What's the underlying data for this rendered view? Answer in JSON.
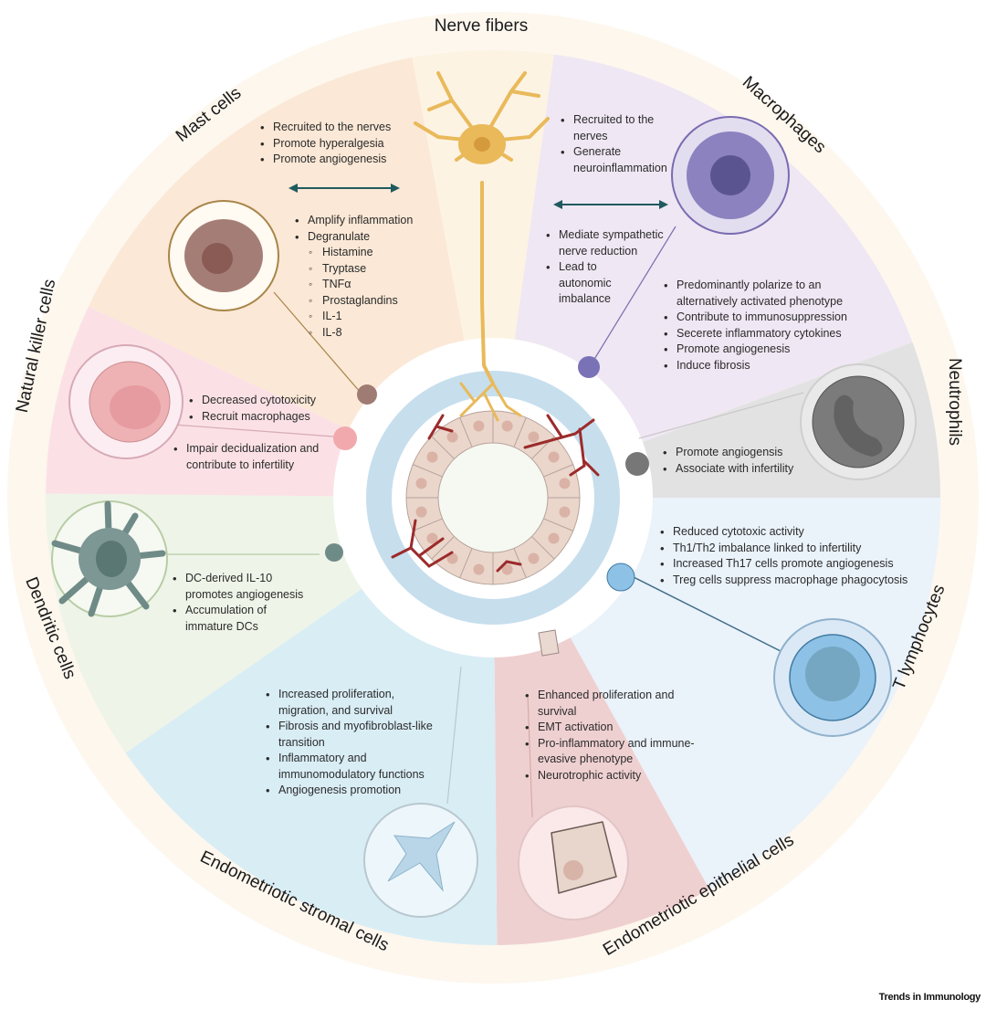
{
  "figure": {
    "credit": "Trends in Immunology",
    "colors": {
      "outer_ring": "#fdf7ee",
      "nerve": "#fdf3e3",
      "mast": "#fbe8d6",
      "nk": "#fbe1e6",
      "dendritic": "#eef4e8",
      "stromal": "#d9edf5",
      "epithelial": "#efd0d1",
      "tcell": "#eaf2fa",
      "neutrophil": "#e2e2e2",
      "macrophage": "#efe7f3",
      "center": "#ffffff",
      "neuron": "#e9b95a",
      "vessel": "#9c2b2b"
    }
  },
  "sectors": {
    "nerve": {
      "title": "Nerve fibers",
      "bullets": []
    },
    "mast": {
      "title": "Mast cells",
      "bullets_top": [
        "Recruited to the nerves",
        "Promote hyperalgesia",
        "Promote angiogenesis"
      ],
      "bullets_main": [
        "Amplify inflammation",
        "Degranulate"
      ],
      "sub_bullets": [
        "Histamine",
        "Tryptase",
        "TNFα",
        "Prostaglandins",
        "IL-1",
        "IL-8"
      ]
    },
    "macrophage": {
      "title": "Macrophages",
      "bullets_nerve": [
        "Recruited to the nerves",
        "Generate neuroinflammation"
      ],
      "bullets_nerve_2": [
        "Mediate sympathetic nerve reduction",
        "Lead to autonomic imbalance"
      ],
      "bullets_main": [
        "Predominantly polarize to an alternatively activated phenotype",
        "Contribute to immunosuppression",
        "Secerete inflammatory cytokines",
        "Promote angiogenesis",
        "Induce fibrosis"
      ]
    },
    "nk": {
      "title": "Natural killer cells",
      "bullets_a": [
        "Decreased cytotoxicity",
        "Recruit macrophages"
      ],
      "bullets_b": [
        "Impair decidualization and contribute to infertility"
      ]
    },
    "neutrophil": {
      "title": "Neutrophils",
      "bullets": [
        "Promote angiogensis",
        "Associate with infertility"
      ]
    },
    "dendritic": {
      "title": "Dendritic cells",
      "bullets": [
        "DC-derived IL-10 promotes angiogenesis",
        "Accumulation of immature DCs"
      ]
    },
    "tcell": {
      "title": "T lymphocytes",
      "bullets": [
        "Reduced cytotoxic activity",
        "Th1/Th2 imbalance linked to infertility",
        "Increased Th17 cells promote angiogenesis",
        "Treg cells suppress macrophage phagocytosis"
      ]
    },
    "stromal": {
      "title": "Endometriotic stromal cells",
      "bullets": [
        "Increased proliferation, migration, and survival",
        "Fibrosis and myofibroblast-like transition",
        "Inflammatory and immunomodulatory functions",
        "Angiogenesis promotion"
      ]
    },
    "epithelial": {
      "title": "Endometriotic epithelial cells",
      "bullets": [
        "Enhanced proliferation and survival",
        "EMT activation",
        "Pro-inflammatory and immune-evasive phenotype",
        "Neurotrophic activity"
      ]
    }
  }
}
